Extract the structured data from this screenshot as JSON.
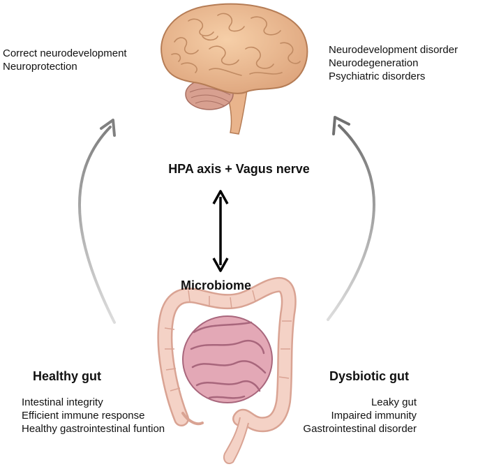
{
  "top_left": {
    "lines": [
      "Correct neurodevelopment",
      "Neuroprotection"
    ]
  },
  "top_right": {
    "lines": [
      "Neurodevelopment disorder",
      "Neurodegeneration",
      "Psychiatric disorders"
    ]
  },
  "axis": {
    "label": "HPA axis + Vagus nerve"
  },
  "microbiome": {
    "label": "Microbiome"
  },
  "healthy": {
    "title": "Healthy gut",
    "lines": [
      "Intestinal integrity",
      "Efficient immune response",
      "Healthy gastrointestinal funtion"
    ]
  },
  "dysbiotic": {
    "title": "Dysbiotic gut",
    "lines": [
      "Leaky gut",
      "Impaired immunity",
      "Gastrointestinal disorder"
    ]
  },
  "colors": {
    "brain": "#e8b68e",
    "brain_outline": "#b57c55",
    "colon": "#f2c6ba",
    "small_intestine": "#c98aa0",
    "arrow_gray": "#8a8a8a"
  }
}
